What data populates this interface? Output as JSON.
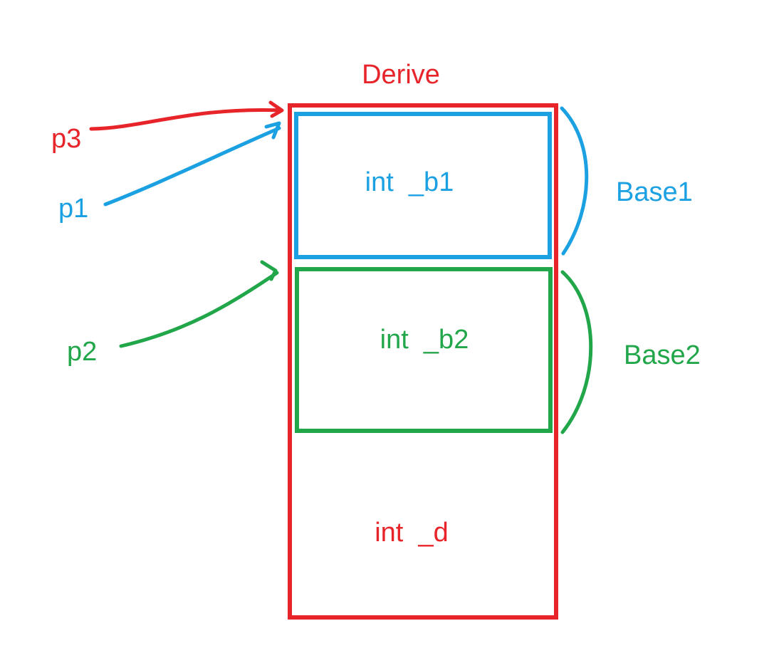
{
  "colors": {
    "red": "#e8242b",
    "blue": "#1ba1e2",
    "green": "#22a64a"
  },
  "derive": {
    "title": "Derive"
  },
  "blocks": [
    {
      "member": "int  _b1",
      "base": "Base1",
      "color": "blue"
    },
    {
      "member": "int  _b2",
      "base": "Base2",
      "color": "green"
    },
    {
      "member": "int  _d",
      "color": "red"
    }
  ],
  "pointers": [
    {
      "label": "p3",
      "color": "red",
      "target": "derive-start"
    },
    {
      "label": "p1",
      "color": "blue",
      "target": "base1-start"
    },
    {
      "label": "p2",
      "color": "green",
      "target": "base2-start"
    }
  ]
}
